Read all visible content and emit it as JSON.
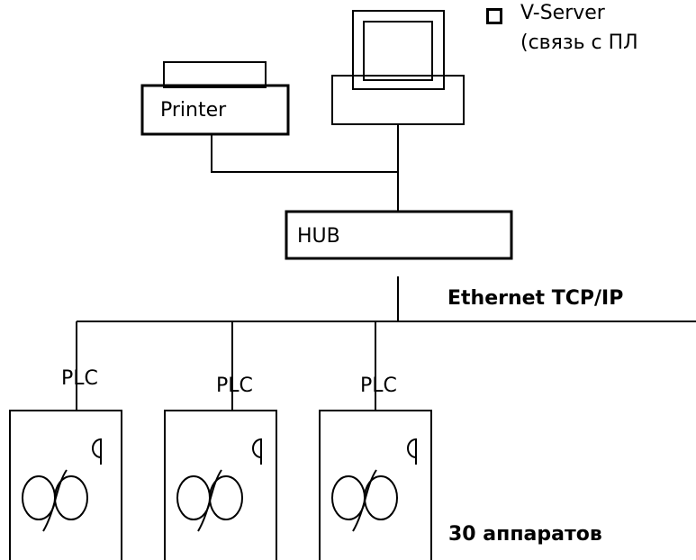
{
  "legend": {
    "bullet_icon": "square-bullet-icon",
    "line1": "V-Server",
    "line2": "(связь с ПЛ"
  },
  "printer": {
    "label": "Printer"
  },
  "hub": {
    "label": "HUB"
  },
  "network": {
    "label": "Ethernet TCP/IP"
  },
  "plc": [
    {
      "label": "PLC"
    },
    {
      "label": "PLC"
    },
    {
      "label": "PLC"
    }
  ],
  "machines": {
    "count_label": "30 аппаратов"
  },
  "icons": [
    "computer-icon",
    "printer-icon",
    "machine-cabinet-icon",
    "reel-icon",
    "handle-icon"
  ]
}
